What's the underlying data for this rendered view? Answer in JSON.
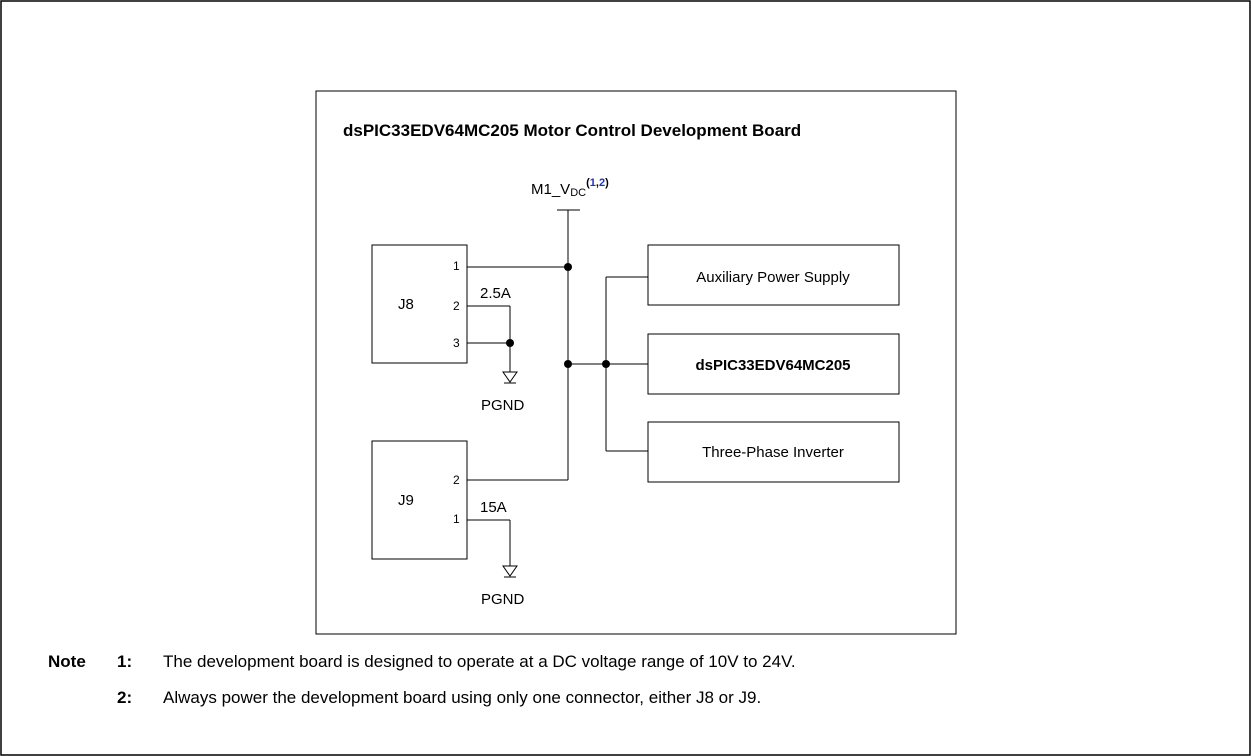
{
  "diagram": {
    "board_title": "dsPIC33EDV64MC205 Motor Control Development Board",
    "supply": {
      "label": "M1_V",
      "subscript": "DC",
      "ref_open": "(",
      "ref_1": "1",
      "ref_sep": ",",
      "ref_2": "2",
      "ref_close": ")"
    },
    "connectors": [
      {
        "name": "J8",
        "pins": [
          "1",
          "2",
          "3"
        ],
        "current": "2.5A"
      },
      {
        "name": "J9",
        "pins": [
          "2",
          "1"
        ],
        "current": "15A"
      }
    ],
    "ground_labels": [
      "PGND",
      "PGND"
    ],
    "blocks": [
      "Auxiliary Power Supply",
      "dsPIC33EDV64MC205",
      "Three-Phase Inverter"
    ]
  },
  "notes": {
    "heading": "Note",
    "items": [
      {
        "num": "1:",
        "text": "The development board is designed to operate at a DC voltage range of 10V to 24V."
      },
      {
        "num": "2:",
        "text": "Always power the development board using only one connector, either J8 or J9."
      }
    ]
  }
}
